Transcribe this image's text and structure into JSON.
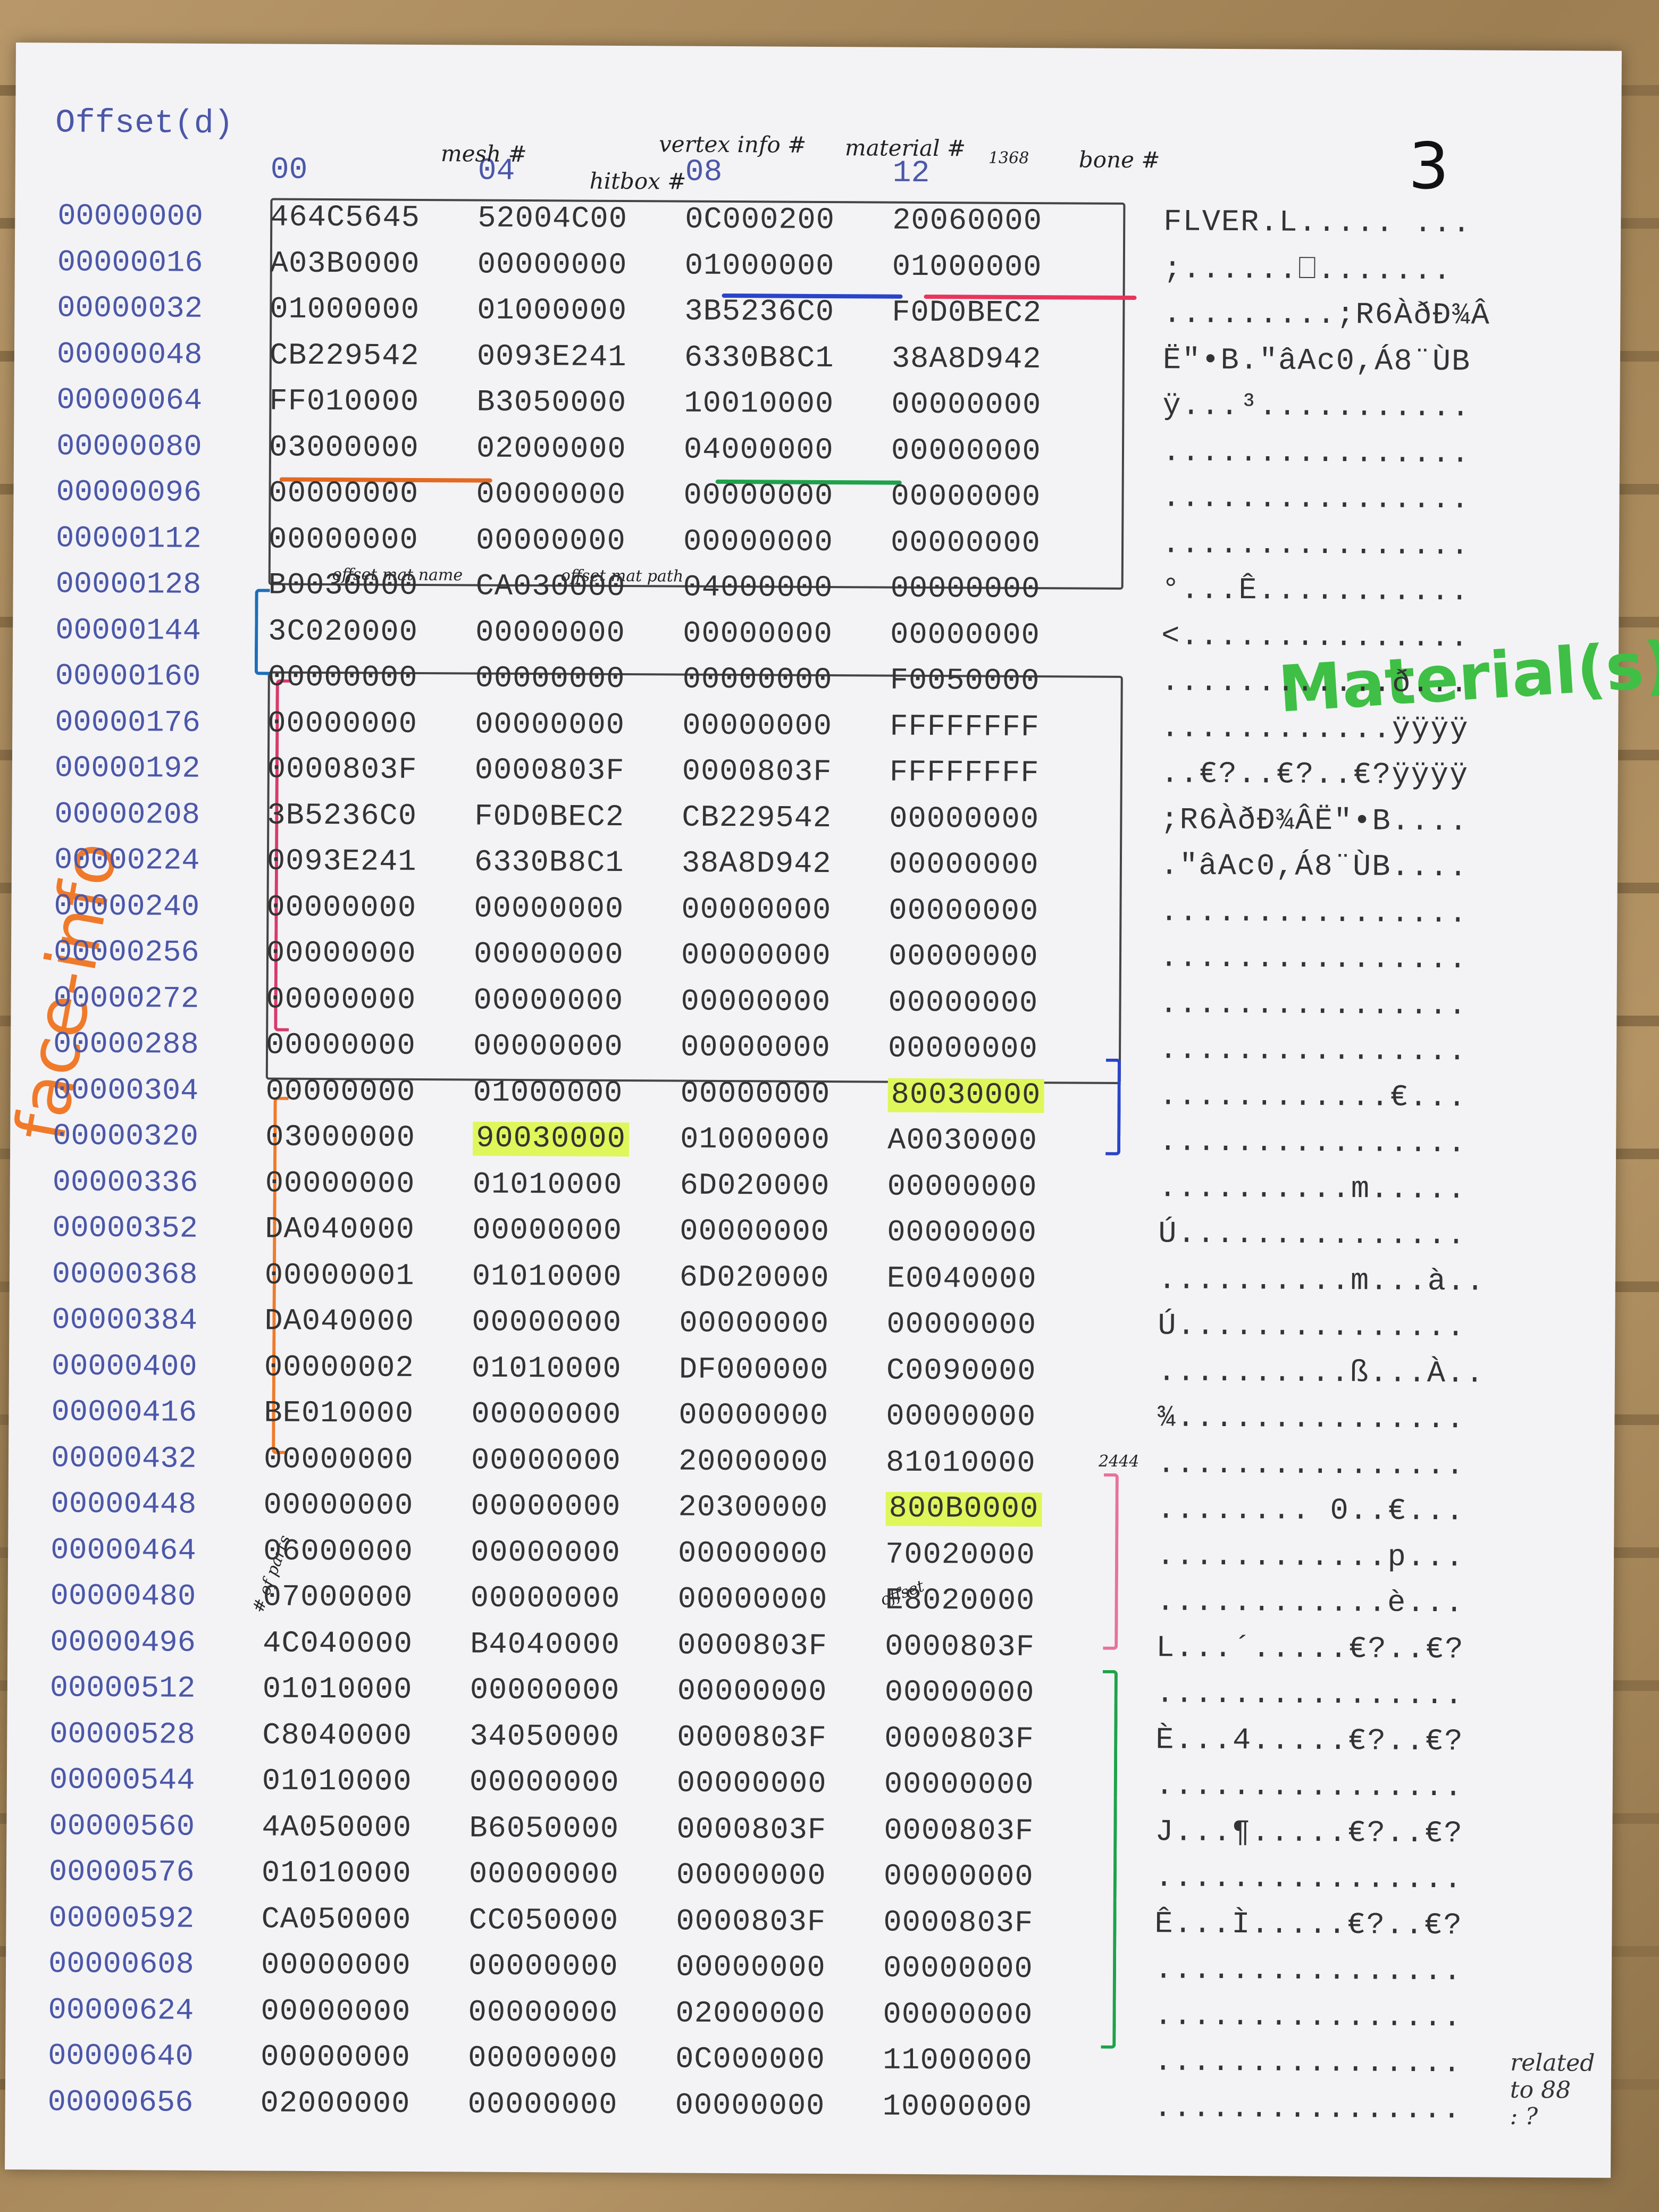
{
  "header": {
    "offset_label": "Offset(d)",
    "page_number": "3"
  },
  "columns": [
    "00",
    "04",
    "08",
    "12"
  ],
  "annotations": {
    "mesh": "mesh #",
    "hitbox": "hitbox #",
    "vertex_info": "vertex info #",
    "material": "material #",
    "v1368": "1368",
    "bone": "bone #",
    "offset_mat_name": "offset mat name",
    "offset_mat_path": "offset mat path",
    "materials_label": "Material(s)",
    "face_info_label": "face-info",
    "n2444": "2444",
    "num_parts": "# of parts",
    "offset": "offset",
    "related": "related to 88 : ?"
  },
  "rows": [
    {
      "off": "00000000",
      "c": [
        "464C5645",
        "52004C00",
        "0C000200",
        "20060000"
      ],
      "a": "FLVER.L..... ..."
    },
    {
      "off": "00000016",
      "c": [
        "A03B0000",
        "00000000",
        "01000000",
        "01000000"
      ],
      "a": " ;......⎕......."
    },
    {
      "off": "00000032",
      "c": [
        "01000000",
        "01000000",
        "3B5236C0",
        "F0D0BEC2"
      ],
      "a": ".........;R6ÀðÐ¾Â"
    },
    {
      "off": "00000048",
      "c": [
        "CB229542",
        "0093E241",
        "6330B8C1",
        "38A8D942"
      ],
      "a": "Ë\"•B.\"âAc0,Á8¨ÙB"
    },
    {
      "off": "00000064",
      "c": [
        "FF010000",
        "B3050000",
        "10010000",
        "00000000"
      ],
      "a": "ÿ...³..........."
    },
    {
      "off": "00000080",
      "c": [
        "03000000",
        "02000000",
        "04000000",
        "00000000"
      ],
      "a": "................"
    },
    {
      "off": "00000096",
      "c": [
        "00000000",
        "00000000",
        "00000000",
        "00000000"
      ],
      "a": "................"
    },
    {
      "off": "00000112",
      "c": [
        "00000000",
        "00000000",
        "00000000",
        "00000000"
      ],
      "a": "................"
    },
    {
      "off": "00000128",
      "c": [
        "B0030000",
        "CA030000",
        "04000000",
        "00000000"
      ],
      "a": "°...Ê..........."
    },
    {
      "off": "00000144",
      "c": [
        "3C020000",
        "00000000",
        "00000000",
        "00000000"
      ],
      "a": "<..............."
    },
    {
      "off": "00000160",
      "c": [
        "00000000",
        "00000000",
        "00000000",
        "F0050000"
      ],
      "a": "............ð..."
    },
    {
      "off": "00000176",
      "c": [
        "00000000",
        "00000000",
        "00000000",
        "FFFFFFFF"
      ],
      "a": "............ÿÿÿÿ"
    },
    {
      "off": "00000192",
      "c": [
        "0000803F",
        "0000803F",
        "0000803F",
        "FFFFFFFF"
      ],
      "a": "..€?..€?..€?ÿÿÿÿ"
    },
    {
      "off": "00000208",
      "c": [
        "3B5236C0",
        "F0D0BEC2",
        "CB229542",
        "00000000"
      ],
      "a": ";R6ÀðÐ¾ÂË\"•B...."
    },
    {
      "off": "00000224",
      "c": [
        "0093E241",
        "6330B8C1",
        "38A8D942",
        "00000000"
      ],
      "a": ".\"âAc0,Á8¨ÙB...."
    },
    {
      "off": "00000240",
      "c": [
        "00000000",
        "00000000",
        "00000000",
        "00000000"
      ],
      "a": "................"
    },
    {
      "off": "00000256",
      "c": [
        "00000000",
        "00000000",
        "00000000",
        "00000000"
      ],
      "a": "................"
    },
    {
      "off": "00000272",
      "c": [
        "00000000",
        "00000000",
        "00000000",
        "00000000"
      ],
      "a": "................"
    },
    {
      "off": "00000288",
      "c": [
        "00000000",
        "00000000",
        "00000000",
        "00000000"
      ],
      "a": "................"
    },
    {
      "off": "00000304",
      "c": [
        "00000000",
        "01000000",
        "00000000",
        "80030000"
      ],
      "a": "............€..."
    },
    {
      "off": "00000320",
      "c": [
        "03000000",
        "90030000",
        "01000000",
        "A0030000"
      ],
      "a": "................"
    },
    {
      "off": "00000336",
      "c": [
        "00000000",
        "01010000",
        "6D020000",
        "00000000"
      ],
      "a": "..........m....."
    },
    {
      "off": "00000352",
      "c": [
        "DA040000",
        "00000000",
        "00000000",
        "00000000"
      ],
      "a": "Ú..............."
    },
    {
      "off": "00000368",
      "c": [
        "00000001",
        "01010000",
        "6D020000",
        "E0040000"
      ],
      "a": "..........m...à.."
    },
    {
      "off": "00000384",
      "c": [
        "DA040000",
        "00000000",
        "00000000",
        "00000000"
      ],
      "a": "Ú..............."
    },
    {
      "off": "00000400",
      "c": [
        "00000002",
        "01010000",
        "DF000000",
        "C0090000"
      ],
      "a": "..........ß...À.."
    },
    {
      "off": "00000416",
      "c": [
        "BE010000",
        "00000000",
        "00000000",
        "00000000"
      ],
      "a": "¾..............."
    },
    {
      "off": "00000432",
      "c": [
        "00000000",
        "00000000",
        "20000000",
        "81010000"
      ],
      "a": "................"
    },
    {
      "off": "00000448",
      "c": [
        "00000000",
        "00000000",
        "20300000",
        "800B0000"
      ],
      "a": "........ 0..€..."
    },
    {
      "off": "00000464",
      "c": [
        "06000000",
        "00000000",
        "00000000",
        "70020000"
      ],
      "a": "............p..."
    },
    {
      "off": "00000480",
      "c": [
        "07000000",
        "00000000",
        "00000000",
        "E8020000"
      ],
      "a": "............è..."
    },
    {
      "off": "00000496",
      "c": [
        "4C040000",
        "B4040000",
        "0000803F",
        "0000803F"
      ],
      "a": "L...´.....€?..€?"
    },
    {
      "off": "00000512",
      "c": [
        "01010000",
        "00000000",
        "00000000",
        "00000000"
      ],
      "a": "................"
    },
    {
      "off": "00000528",
      "c": [
        "C8040000",
        "34050000",
        "0000803F",
        "0000803F"
      ],
      "a": "È...4.....€?..€?"
    },
    {
      "off": "00000544",
      "c": [
        "01010000",
        "00000000",
        "00000000",
        "00000000"
      ],
      "a": "................"
    },
    {
      "off": "00000560",
      "c": [
        "4A050000",
        "B6050000",
        "0000803F",
        "0000803F"
      ],
      "a": "J...¶.....€?..€?"
    },
    {
      "off": "00000576",
      "c": [
        "01010000",
        "00000000",
        "00000000",
        "00000000"
      ],
      "a": "................"
    },
    {
      "off": "00000592",
      "c": [
        "CA050000",
        "CC050000",
        "0000803F",
        "0000803F"
      ],
      "a": "Ê...Ì.....€?..€?"
    },
    {
      "off": "00000608",
      "c": [
        "00000000",
        "00000000",
        "00000000",
        "00000000"
      ],
      "a": "................"
    },
    {
      "off": "00000624",
      "c": [
        "00000000",
        "00000000",
        "02000000",
        "00000000"
      ],
      "a": "................"
    },
    {
      "off": "00000640",
      "c": [
        "00000000",
        "00000000",
        "0C000000",
        "11000000"
      ],
      "a": "................"
    },
    {
      "off": "00000656",
      "c": [
        "02000000",
        "00000000",
        "00000000",
        "10000000"
      ],
      "a": "................"
    }
  ],
  "highlights": [
    "19.3",
    "20.1",
    "28.3"
  ]
}
